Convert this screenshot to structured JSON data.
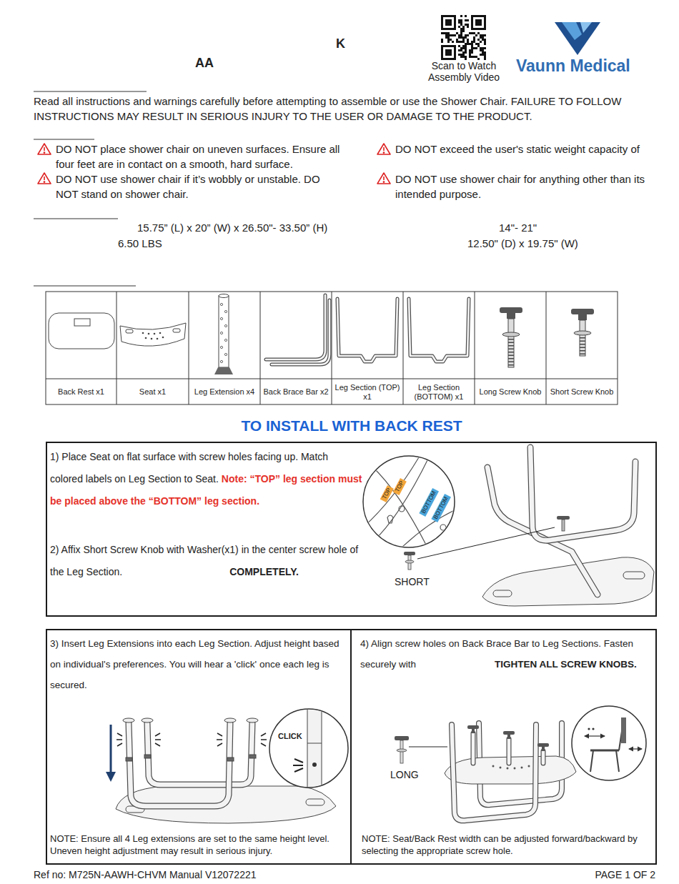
{
  "diagram": {
    "title": "TO INSTALL WITH BACK REST",
    "nodes": [
      {
        "text": [
          "1) Place Seat on flat surface with screw holes facing up. Match colored labels on Leg Section to Seat.",
          "Note: “TOP” leg section must be placed above the “BOTTOM” leg section.",
          "2) Affix Short Screw Knob with Washer(x1) in the center screw hole of the Leg Section.",
          "COMPLETELY."
        ]
      },
      {
        "text": [
          "3) Insert Leg Extensions into each Leg Section. Adjust height based on individual's preferences. You will hear a 'click' once each leg is secured.",
          "NOTE: Ensure all 4 Leg extensions are set to the same height level. Uneven height adjustment may result in serious injury."
        ]
      },
      {
        "text": [
          "4) Align screw holes on Back Brace Bar to Leg Sections. Fasten securely with",
          "TIGHTEN ALL SCREW KNOBS.",
          "NOTE: Seat/Back Rest width can be adjusted forward/backward by selecting the appropriate screw hole."
        ]
      }
    ],
    "labels": [
      "K",
      "AA",
      "Scan to Watch Assembly Video",
      "Vaunn Medical",
      "Read all instructions and warnings carefully before attempting to assemble or use the Shower Chair. FAILURE TO FOLLOW INSTRUCTIONS MAY RESULT IN SERIOUS INJURY TO THE USER OR DAMAGE TO THE PRODUCT.",
      "DO NOT place shower chair on uneven surfaces. Ensure all four feet are in contact on a smooth, hard surface.",
      "DO NOT use shower chair if it’s wobbly or unstable. DO NOT stand on shower chair.",
      "DO NOT exceed the user's static weight capacity of",
      "DO NOT use shower chair for anything other than its intended purpose.",
      "15.75” (L) x 20” (W) x 26.50\"- 33.50” (H)",
      "6.50 LBS",
      "14\"- 21\"",
      "12.50\" (D) x 19.75\" (W)",
      "Back Rest x1",
      "Seat x1",
      "Leg Extension x4",
      "Back Brace Bar x2",
      "Leg Section (TOP) x1",
      "Leg Section (BOTTOM) x1",
      "Long Screw Knob",
      "Short Screw Knob",
      "TOP",
      "TOP",
      "BOTTOM",
      "BOTTOM",
      "SHORT",
      "CLICK",
      "LONG",
      "Ref no: M725N-AAWH-CHVM Manual V12072221",
      "PAGE 1 OF 2"
    ]
  }
}
